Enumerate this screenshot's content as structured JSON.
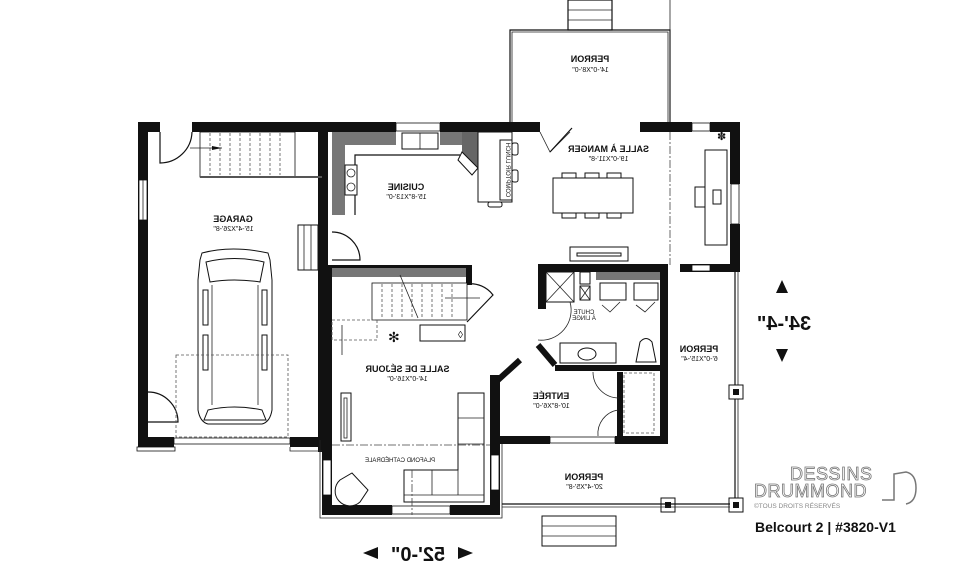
{
  "plan": {
    "title": "Belcourt 2 | #3820-V1",
    "mirrored": true,
    "overall_width": "52'-0\"",
    "overall_depth": "34'-4\"",
    "rooms": [
      {
        "id": "perron-rear",
        "name": "PERRON",
        "dims": "14'-0\"X8'-0\""
      },
      {
        "id": "garage",
        "name": "GARAGE",
        "dims": "15'-4\"X26'-8\""
      },
      {
        "id": "cuisine",
        "name": "CUISINE",
        "dims": "15'-8\"X13'-0\""
      },
      {
        "id": "salle-a-manger",
        "name": "SALLE À MANGER",
        "dims": "19'-0\"X11'-8\""
      },
      {
        "id": "salle-de-sejour",
        "name": "SALLE DE SÉJOUR",
        "dims": "14'-0\"X16'-0\""
      },
      {
        "id": "entree",
        "name": "ENTRÉE",
        "dims": "10'-8\"X6'-0\""
      },
      {
        "id": "perron-side",
        "name": "PERRON",
        "dims": "6'-0\"X15'-4\""
      },
      {
        "id": "perron-front",
        "name": "PERRON",
        "dims": "20'-4\"X5'-8\""
      }
    ],
    "notes": {
      "counter": "COMPTOIR LUNCH",
      "chute": "CHUTE",
      "chute2": "À LINGE",
      "ceiling": "PLAFOND CATHÉDRALE"
    }
  },
  "brand": {
    "line1": "DESSINS",
    "line2": "DRUMMOND",
    "rights": "©TOUS DROITS RÉSERVÉS",
    "accent": "#777777"
  }
}
